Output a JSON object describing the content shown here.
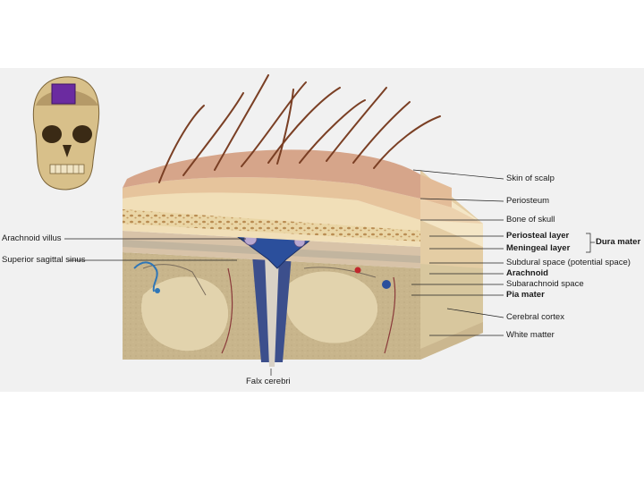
{
  "labels": {
    "skin_of_scalp": "Skin of scalp",
    "periosteum": "Periosteum",
    "bone_of_skull": "Bone of skull",
    "periosteal_layer": "Periosteal layer",
    "meningeal_layer": "Meningeal layer",
    "dura_mater": "Dura mater",
    "subdural_space": "Subdural space (potential space)",
    "arachnoid": "Arachnoid",
    "subarachnoid_space": "Subarachnoid space",
    "pia_mater": "Pia mater",
    "cerebral_cortex": "Cerebral cortex",
    "white_matter": "White matter",
    "arachnoid_villus": "Arachnoid villus",
    "superior_sagittal_sinus": "Superior sagittal sinus",
    "falx_cerebri": "Falx cerebri"
  },
  "colors": {
    "panel_background": "#f1f1f1",
    "skin": "#d6a58a",
    "periosteum": "#e6c49c",
    "bone": "#efdcb4",
    "dura": "#d8c3a8",
    "sinus_blood": "#2b4f9c",
    "cortex": "#c9b68e",
    "white_matter": "#e2d3ad",
    "hair": "#7a3f24"
  }
}
